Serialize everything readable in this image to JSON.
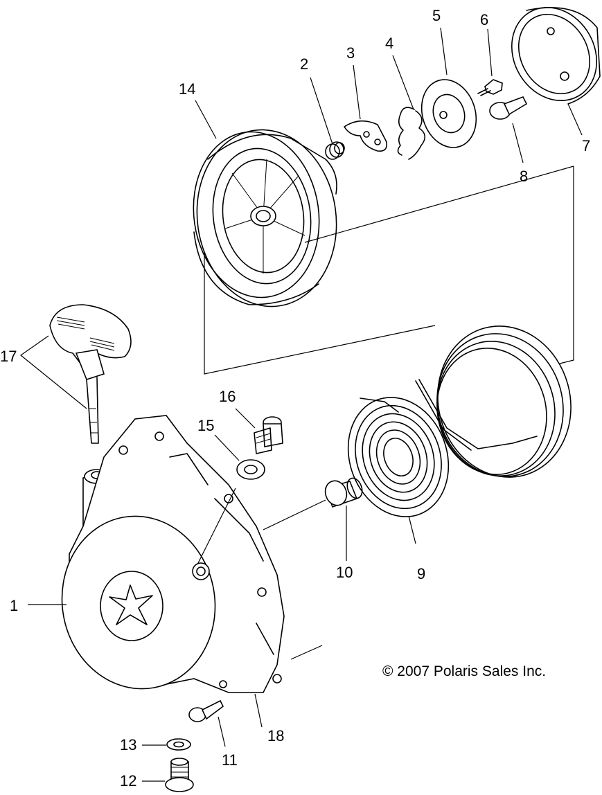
{
  "copyright": "© 2007 Polaris Sales Inc.",
  "callouts": {
    "c1": "1",
    "c2": "2",
    "c3": "3",
    "c4": "4",
    "c5": "5",
    "c6": "6",
    "c7": "7",
    "c8": "8",
    "c9": "9",
    "c10": "10",
    "c11": "11",
    "c12": "12",
    "c13": "13",
    "c14": "14",
    "c15": "15",
    "c16": "16",
    "c17": "17",
    "c18": "18"
  }
}
